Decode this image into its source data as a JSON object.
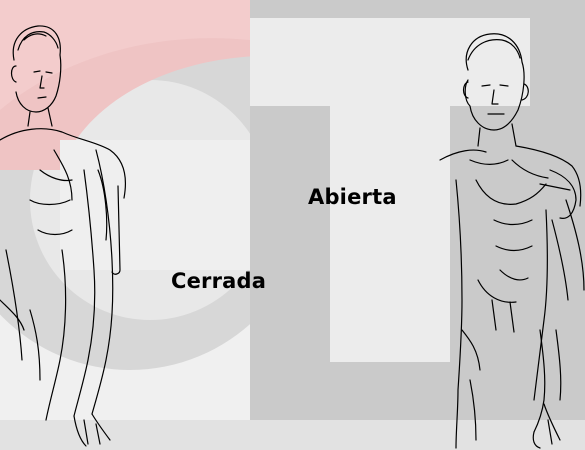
{
  "labels": {
    "open": "Abierta",
    "closed": "Cerrada"
  },
  "figures": {
    "left": {
      "pose": "closed-wrist-near-hip"
    },
    "right": {
      "pose": "open-arm-extended"
    }
  },
  "watermark": {
    "colors": {
      "red": "#efc2c2",
      "gray": "#c9c9c9",
      "light": "#e9e9e9"
    }
  },
  "line_color": "#000000"
}
